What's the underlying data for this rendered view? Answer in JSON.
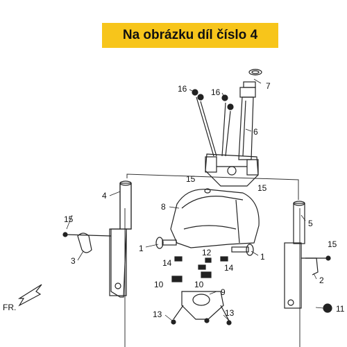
{
  "banner": {
    "text": "Na obrázku díl číslo 4",
    "color": "#f7c51b"
  },
  "labels": {
    "l16a": "16",
    "l16b": "16",
    "l7": "7",
    "l6": "6",
    "l15a": "15",
    "l15b": "15",
    "l4": "4",
    "l8": "8",
    "l5": "5",
    "l15c": "15",
    "l15d": "15",
    "l3": "3",
    "l1a": "1",
    "l1b": "1",
    "l14a": "14",
    "l12": "12",
    "l14b": "14",
    "l2": "2",
    "l10a": "10",
    "l10b": "10",
    "l9": "9",
    "l11": "11",
    "l13a": "13",
    "l13b": "13",
    "fr": "FR."
  }
}
